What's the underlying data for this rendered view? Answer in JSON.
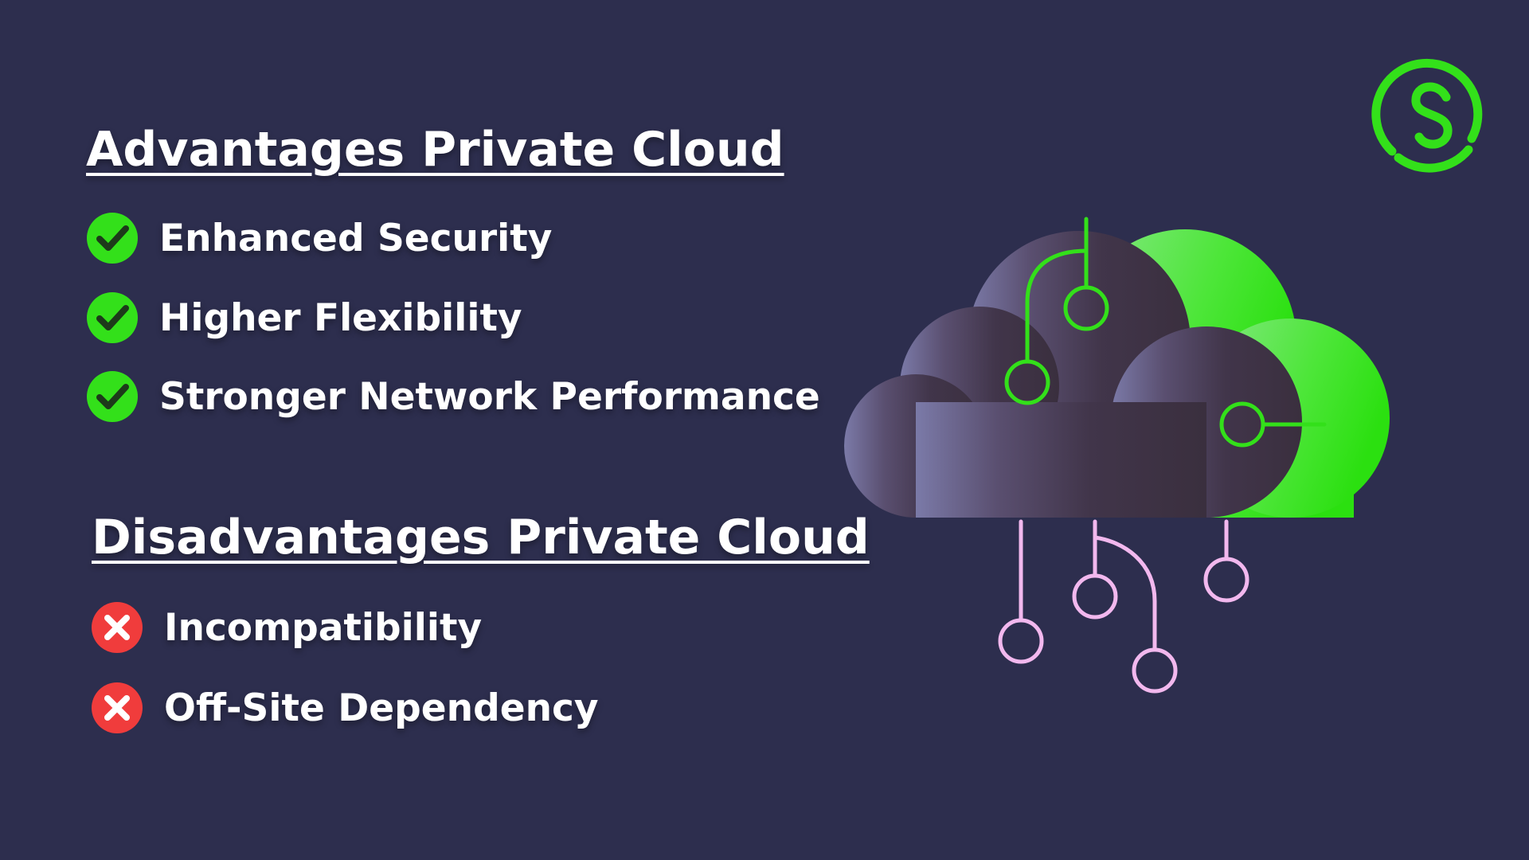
{
  "advantages": {
    "heading": "Advantages Private Cloud",
    "items": [
      {
        "label": "Enhanced Security"
      },
      {
        "label": "Higher Flexibility"
      },
      {
        "label": "Stronger Network Performance"
      }
    ]
  },
  "disadvantages": {
    "heading": "Disadvantages Private Cloud",
    "items": [
      {
        "label": "Incompatibility"
      },
      {
        "label": "Off-Site Dependency"
      }
    ]
  },
  "icons": {
    "advantage_icon": "check-circle-icon",
    "disadvantage_icon": "cross-circle-icon",
    "logo_icon": "brand-logo-icon",
    "illustration": "cloud-network-icon"
  },
  "colors": {
    "background": "#2d2e4e",
    "accent_green": "#33e01a",
    "negative_red": "#f03c3c",
    "circuit_pink": "#f2b8ee",
    "text": "#ffffff"
  }
}
